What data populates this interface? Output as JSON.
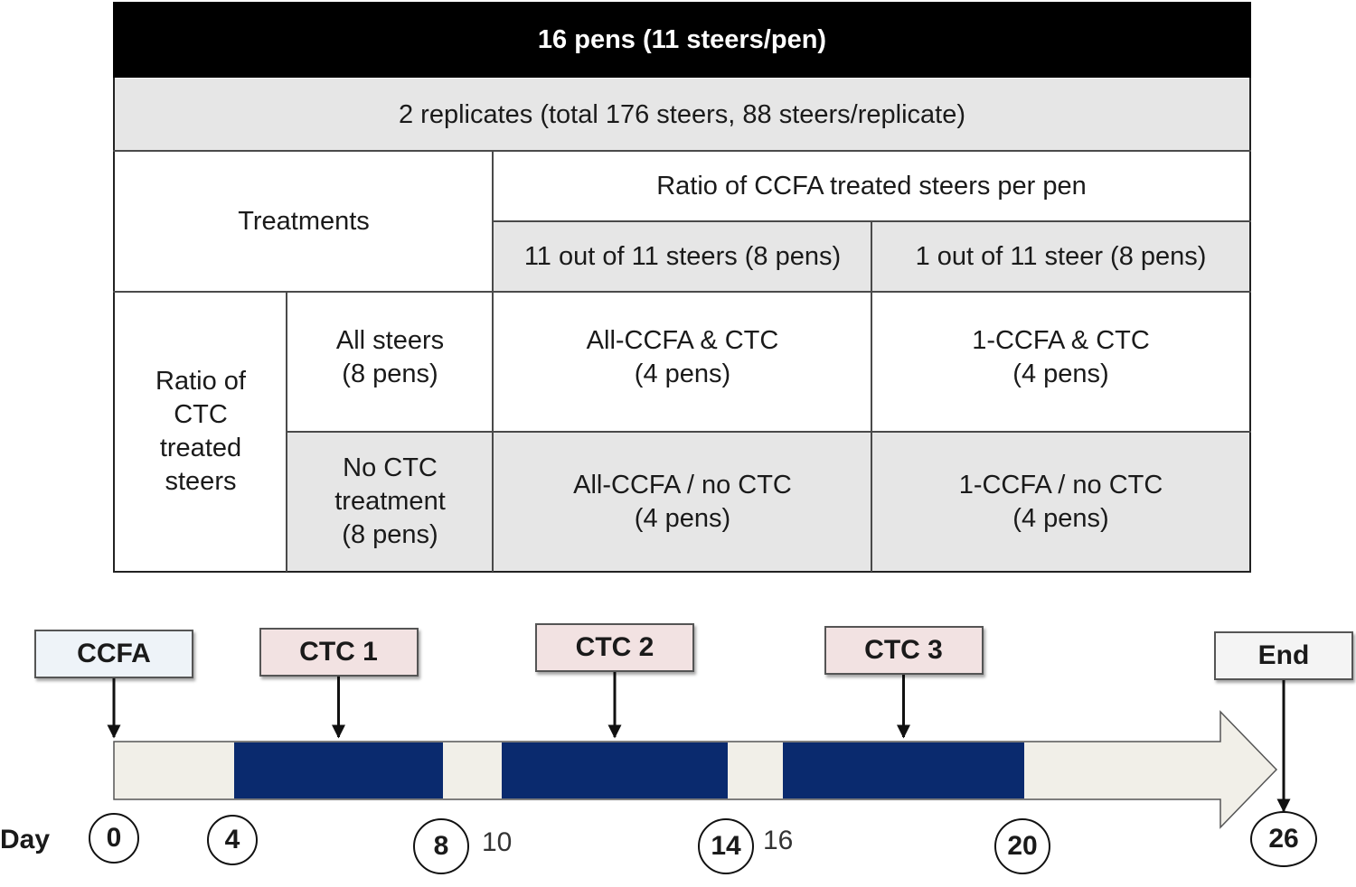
{
  "table": {
    "header": "16 pens (11 steers/pen)",
    "replicates": "2 replicates (total 176 steers, 88 steers/replicate)",
    "treatments_label": "Treatments",
    "ccfa_ratio_label": "Ratio of CCFA treated steers per pen",
    "ccfa_col_all": "11 out of 11 steers (8 pens)",
    "ccfa_col_one": "1 out of 11 steer (8 pens)",
    "ctc_ratio_label_lines": [
      "Ratio of",
      "CTC",
      "treated",
      "steers"
    ],
    "row_all_lines": [
      "All steers",
      "(8 pens)"
    ],
    "row_none_lines": [
      "No CTC",
      "treatment",
      "(8 pens)"
    ],
    "cell_all_all_lines": [
      "All-CCFA & CTC",
      "(4 pens)"
    ],
    "cell_one_all_lines": [
      "1-CCFA & CTC",
      "(4 pens)"
    ],
    "cell_all_none_lines": [
      "All-CCFA / no CTC",
      "(4 pens)"
    ],
    "cell_one_none_lines": [
      "1-CCFA / no CTC",
      "(4 pens)"
    ]
  },
  "timeline": {
    "axis_label": "Day",
    "events": [
      {
        "label": "CCFA",
        "day": 0,
        "color": "#eef3f8"
      },
      {
        "label": "CTC 1",
        "day": 6,
        "color": "#f2e2e2"
      },
      {
        "label": "CTC 2",
        "day": 12,
        "color": "#f2e2e2"
      },
      {
        "label": "CTC 3",
        "day": 18,
        "color": "#f2e2e2"
      },
      {
        "label": "End",
        "day": 26,
        "color": "#f4f4f4"
      }
    ],
    "circled_days": [
      "0",
      "4",
      "8",
      "14",
      "20",
      "26"
    ],
    "plain_days": [
      "10",
      "16"
    ],
    "treatment_periods": [
      {
        "start": 4,
        "end": 8
      },
      {
        "start": 10,
        "end": 14
      },
      {
        "start": 16,
        "end": 20
      }
    ],
    "bar_color": "#f1efe8",
    "period_color": "#0a2a6e"
  }
}
